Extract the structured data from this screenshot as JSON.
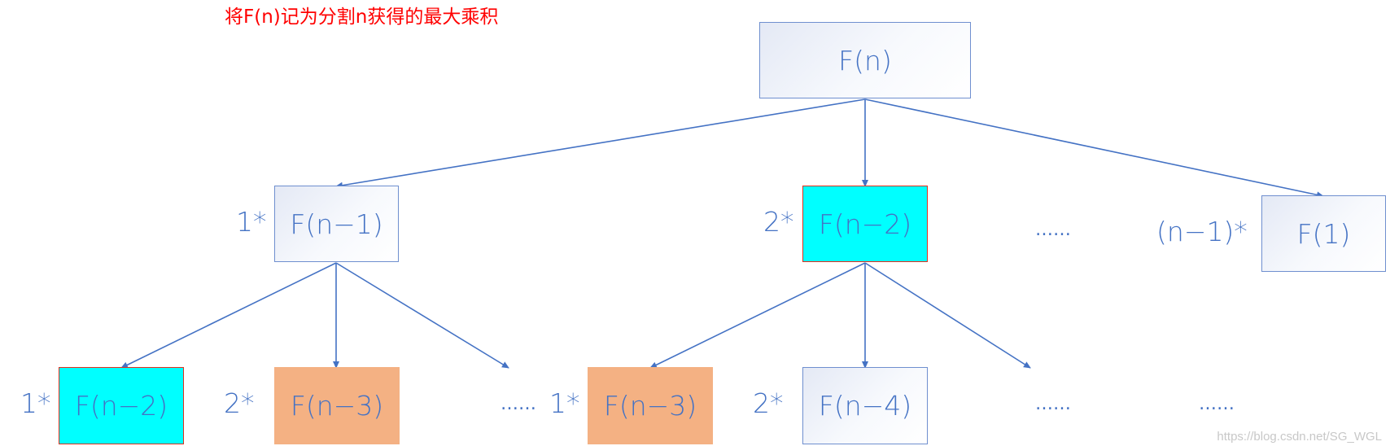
{
  "caption": "将F(n)记为分割n获得的最大乘积",
  "nodes": {
    "root": "F(n)",
    "l1_a": "F(n−1)",
    "l1_b": "F(n−2)",
    "l1_c": "F(1)",
    "l2_a": "F(n−2)",
    "l2_b": "F(n−3)",
    "l2_c": "F(n−3)",
    "l2_d": "F(n−4)"
  },
  "multipliers": {
    "l1_a": "1*",
    "l1_b": "2*",
    "l1_c": "(n−1)*",
    "l2_a": "1*",
    "l2_b": "2*",
    "l2_c": "1*",
    "l2_d": "2*"
  },
  "ellipsis": "……",
  "watermark": "https://blog.csdn.net/SG_WGL",
  "colors": {
    "accent": "#4472c4",
    "caption": "#ff0000",
    "cyan_fill": "#00ffff",
    "orange_fill": "#f4b183",
    "highlight_border": "#e0301e"
  }
}
